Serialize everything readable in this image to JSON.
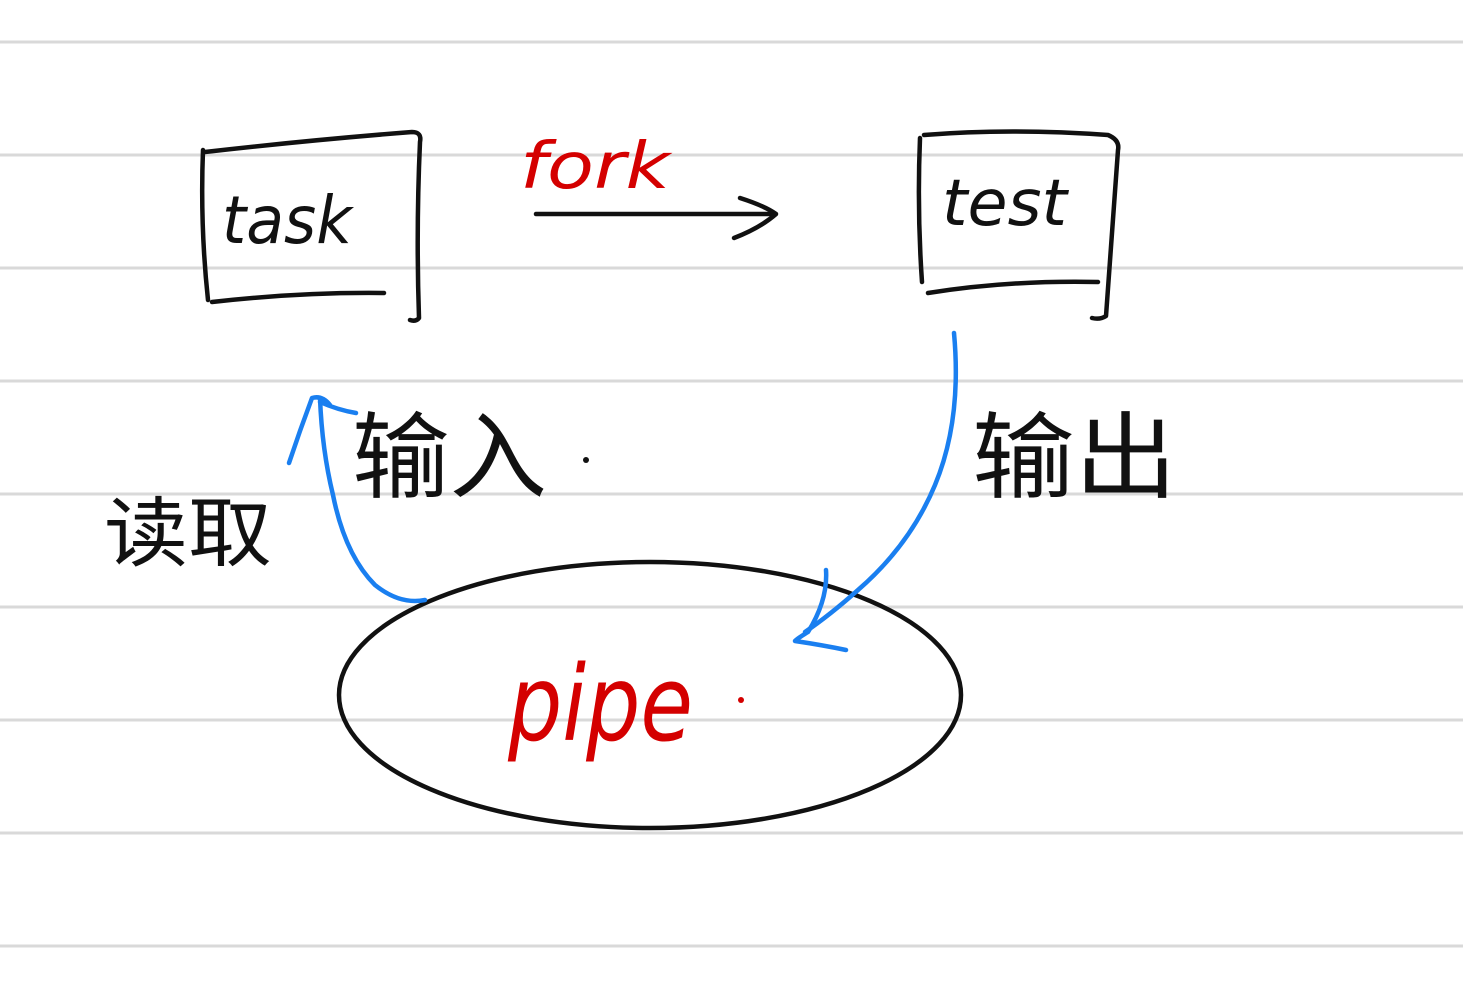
{
  "colors": {
    "paper": "#ffffff",
    "ruled_line": "#d9d9d9",
    "ink": "#111111",
    "red_ink": "#d40000",
    "blue_ink": "#1a7ff0"
  },
  "nodes": {
    "task": {
      "label": "task"
    },
    "test": {
      "label": "test"
    },
    "pipe": {
      "label": "pipe"
    }
  },
  "edges": {
    "fork": {
      "label": "fork"
    },
    "input": {
      "label": "输入"
    },
    "output": {
      "label": "输出"
    },
    "read": {
      "label": "读取"
    }
  }
}
